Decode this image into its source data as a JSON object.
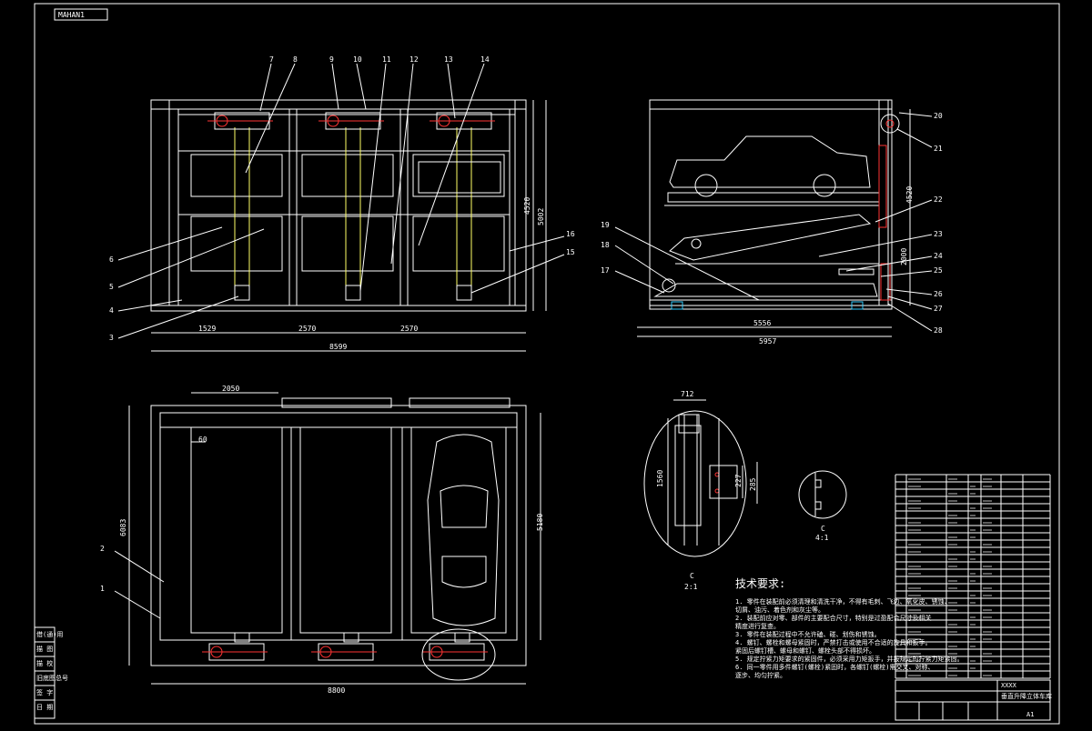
{
  "title_tab": "MAHAN1",
  "front_view": {
    "callouts": [
      "7",
      "8",
      "9",
      "10",
      "11",
      "12",
      "13",
      "14",
      "16",
      "15",
      "6",
      "5",
      "4",
      "3"
    ],
    "dims": [
      "1529",
      "2570",
      "2570",
      "8599",
      "4520",
      "5002"
    ]
  },
  "side_view": {
    "callouts": [
      "20",
      "21",
      "19",
      "18",
      "17",
      "22",
      "23",
      "24",
      "25",
      "26",
      "27",
      "28"
    ],
    "dims": [
      "4520",
      "2000",
      "5556",
      "5957"
    ]
  },
  "plan_view": {
    "callouts": [
      "2",
      "1"
    ],
    "dims": [
      "2050",
      "60",
      "6083",
      "5180",
      "8800"
    ]
  },
  "detail_c": {
    "dims": [
      "712",
      "1560",
      "227",
      "285"
    ],
    "label": "C",
    "scale": "2:1"
  },
  "detail_d": {
    "label": "C",
    "scale": "4:1"
  },
  "tech_req": {
    "heading": "技术要求:",
    "lines": [
      "1. 零件在装配前必须清理和清洗干净，不得有毛刺、飞边、氧化皮、锈蚀、",
      "切屑、油污、着色剂和灰尘等。",
      "2. 装配前应对零、部件的主要配合尺寸，特别是过盈配合尺寸及相关",
      "精度进行复查。",
      "3. 零件在装配过程中不允许磕、碰、划伤和锈蚀。",
      "4. 螺钉、螺栓和螺母紧固时，严禁打击或使用不合适的旋具和扳手。",
      "紧固后螺钉槽、螺母和螺钉、螺栓头部不得损坏。",
      "5. 规定拧紧力矩要求的紧固件，必须采用力矩扳手，并按规定的拧紧力矩紧固。",
      "6. 同一零件用多件螺钉(螺栓)紧固时，各螺钉(螺栓)需交叉、对称、",
      "逐步、均匀拧紧。"
    ]
  },
  "title_block": {
    "drawing_name": "垂直升降立体车库",
    "code": "XXXX",
    "sheet": "A1"
  },
  "left_strip": [
    "借(通)用",
    "描 图",
    "描 校",
    "旧底图总号",
    "签 字",
    "日 期"
  ]
}
